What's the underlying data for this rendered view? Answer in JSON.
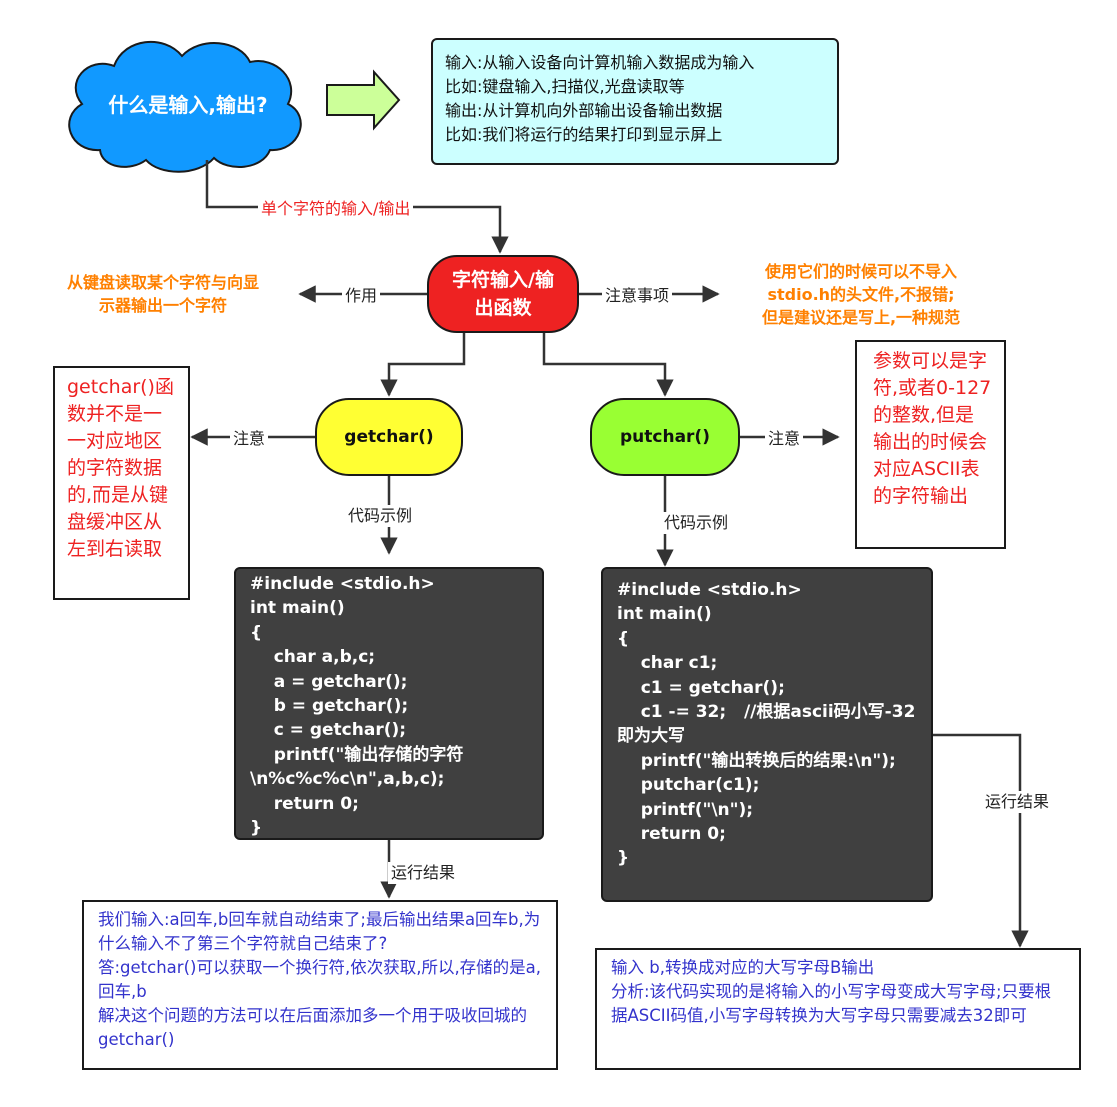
{
  "question": "什么是输入,输出?",
  "definition": [
    "输入:从输入设备向计算机输入数据成为输入",
    "比如:键盘输入,扫描仪,光盘读取等",
    "输出:从计算机向外部输出设备输出数据",
    "比如:我们将运行的结果打印到显示屏上"
  ],
  "edge_single_char": "单个字符的输入/输出",
  "center": "字符输入/输出函数",
  "edge_purpose": "作用",
  "purpose_text": [
    "从键盘读取某个字符与向显",
    "示器输出一个字符"
  ],
  "edge_notes": "注意事项",
  "notes_text": [
    "使用它们的时候可以不导入",
    "stdio.h的头文件,不报错;",
    "但是建议还是写上,一种规范"
  ],
  "getchar": {
    "label": "getchar()",
    "edge_note": "注意",
    "note_text": "getchar()函数并不是一一对应地区的字符数据的,而是从键盘缓冲区从左到右读取",
    "edge_example": "代码示例",
    "code": [
      "#include <stdio.h>",
      "int main()",
      "{",
      "    char a,b,c;",
      "    a = getchar();",
      "    b = getchar();",
      "    c = getchar();",
      "    printf(\"输出存储的字符\\n%c%c%c\\n\",a,b,c);",
      "    return 0;",
      "}"
    ],
    "edge_result": "运行结果",
    "result": [
      "我们输入:a回车,b回车就自动结束了;最后输出结果a回车b,为什么输入不了第三个字符就自己结束了?",
      "答:getchar()可以获取一个换行符,依次获取,所以,存储的是a,回车,b",
      "解决这个问题的方法可以在后面添加多一个用于吸收回城的getchar()"
    ]
  },
  "putchar": {
    "label": "putchar()",
    "edge_note": "注意",
    "note_text": "参数可以是字符,或者0-127的整数,但是输出的时候会对应ASCII表的字符输出",
    "edge_example": "代码示例",
    "code": [
      "#include <stdio.h>",
      "int main()",
      "{",
      "    char c1;",
      "    c1 = getchar();",
      "    c1 -= 32;   //根据ascii码小写-32即为大写",
      "    printf(\"输出转换后的结果:\\n\");",
      "    putchar(c1);",
      "    printf(\"\\n\");",
      "    return 0;",
      "}"
    ],
    "edge_result": "运行结果",
    "result": [
      "输入 b,转换成对应的大写字母B输出",
      "分析:该代码实现的是将输入的小写字母变成大写字母;只要根据ASCII码值,小写字母转换为大写字母只需要减去32即可"
    ]
  },
  "colors": {
    "cloud": "#1199ff",
    "definition_bg": "#ccffff",
    "center": "#ee2222",
    "getchar": "#ffff33",
    "putchar": "#99ff33",
    "code_bg": "#404040",
    "orange_text": "#ff8000",
    "red_text": "#ee2222",
    "blue_text": "#3333cc",
    "arrow_fill": "#ccff99"
  }
}
